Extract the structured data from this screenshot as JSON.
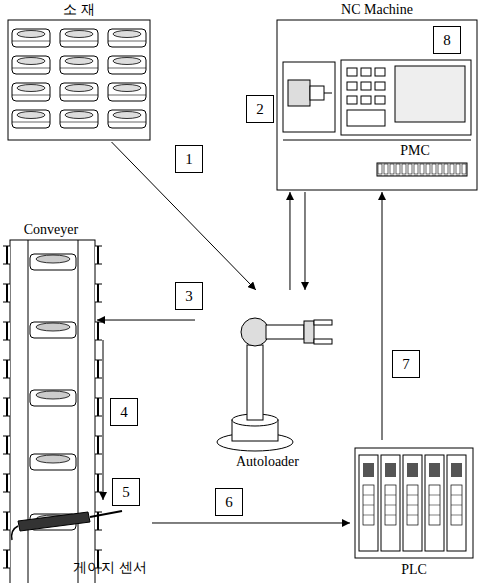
{
  "diagram": {
    "nodes": [
      {
        "text": [
          "소 재"
        ]
      },
      {
        "text": [
          "NC Machine",
          "PMC"
        ]
      },
      {
        "text": [
          "Conveyer"
        ]
      },
      {
        "text": [
          "게이지 센서"
        ],
        "in": 2
      },
      {
        "text": [
          "Autoloader"
        ]
      },
      {
        "text": [
          "PLC"
        ]
      }
    ],
    "edges": [
      {
        "from": 0,
        "to": 4,
        "arrow": "to"
      },
      {
        "from": 4,
        "to": 1,
        "arrow": "to"
      },
      {
        "from": 1,
        "to": 4,
        "arrow": "to"
      },
      {
        "from": 4,
        "to": 2,
        "arrow": "to"
      },
      {
        "from": 3,
        "to": 5,
        "arrow": "to"
      },
      {
        "from": 5,
        "to": 1,
        "arrow": "to"
      }
    ],
    "labels": [
      "1",
      "2",
      "3",
      "4",
      "5",
      "6",
      "7",
      "8"
    ]
  }
}
